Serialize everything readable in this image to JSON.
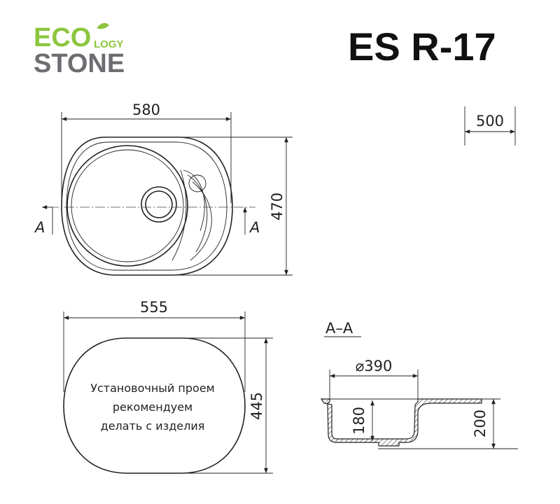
{
  "logo": {
    "eco": "ECO",
    "logy": "LOGY",
    "stone": "STONE",
    "colors": {
      "green": "#8cc63f",
      "gray": "#6d6e71"
    }
  },
  "title": "ES R-17",
  "top_view": {
    "width_label": "580",
    "height_label": "470",
    "section_left": "A",
    "section_right": "A"
  },
  "cabinet": {
    "label": "500"
  },
  "cutout": {
    "width_label": "555",
    "height_label": "445",
    "note_lines": [
      "Установочный проем",
      "рекомендуем",
      "делать с изделия"
    ]
  },
  "section": {
    "title": "A–A",
    "diameter_label": "⌀390",
    "depth_label": "180",
    "height_label": "200"
  }
}
